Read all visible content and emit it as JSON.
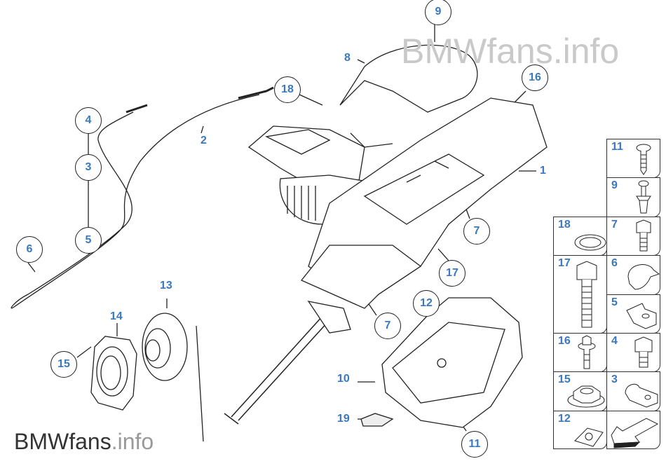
{
  "watermark_top": "BMWfans.info",
  "watermark_bottom": {
    "brand": "BMWfans",
    "suffix": ".info"
  },
  "callouts": {
    "c9": "9",
    "c8": "8",
    "c18": "18",
    "c16": "16",
    "c4": "4",
    "c2": "2",
    "c3": "3",
    "c1": "1",
    "c5": "5",
    "c6": "6",
    "c7a": "7",
    "c17": "17",
    "c13": "13",
    "c12": "12",
    "c14": "14",
    "c7b": "7",
    "c15": "15",
    "c10": "10",
    "c19": "19",
    "c11": "11"
  },
  "parts_table": [
    {
      "num": "11",
      "part": "screw-icon"
    },
    {
      "num": "9",
      "part": "expanding-rivet-icon"
    },
    {
      "num": "18",
      "part": "washer-icon"
    },
    {
      "num": "7",
      "part": "hex-bolt-icon"
    },
    {
      "num": "17",
      "part": "long-hex-bolt-icon"
    },
    {
      "num": "6",
      "part": "cable-clip-icon"
    },
    {
      "num": "5",
      "part": "clip-nut-icon"
    },
    {
      "num": "16",
      "part": "flange-bolt-icon"
    },
    {
      "num": "4",
      "part": "hex-bolt-icon"
    },
    {
      "num": "15",
      "part": "hex-nut-icon"
    },
    {
      "num": "3",
      "part": "clamp-icon"
    },
    {
      "num": "12",
      "part": "spring-nut-icon"
    },
    {
      "num": "",
      "part": "arrow-icon"
    }
  ],
  "colors": {
    "callout": "#3a78c0",
    "line": "#222222",
    "watermark": "#c9c9c9"
  }
}
